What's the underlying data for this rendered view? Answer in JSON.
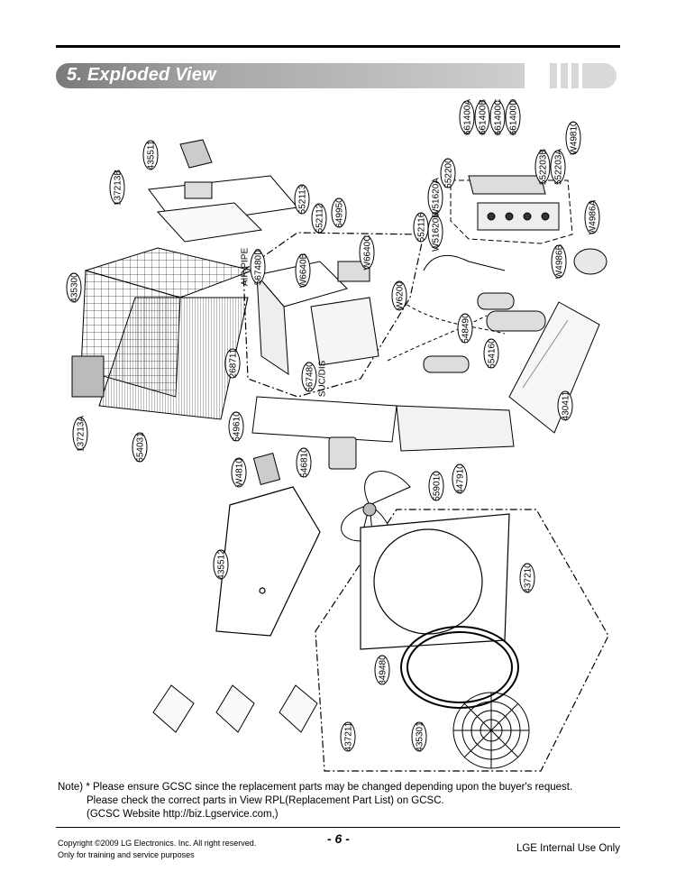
{
  "section": {
    "title": "5. Exploded View"
  },
  "parts": {
    "p661400A": "661400A",
    "p661400B": "661400B",
    "p661400C": "661400C",
    "p661400D": "661400D",
    "pW49810": "W49810",
    "p552203B": "552203B",
    "p552203A": "552203A",
    "p552200": "552200",
    "pW51620A": "W51620A",
    "pW51620B": "W51620B",
    "p552116": "552116",
    "pW4986A": "W4986A",
    "pW4986B": "W4986B",
    "p435511": "435511",
    "p137213B": "137213B",
    "p552113": "552113",
    "p552112": "552112",
    "p649950": "649950",
    "pW6640C": "W6640C",
    "pW6640B": "W6640B",
    "pAirPipe": "AIR PIPE",
    "p567480D": "567480D",
    "pW6200": "W6200",
    "p548490": "548490",
    "p554160": "554160",
    "p435300": "435300",
    "p268711": "268711",
    "p567480": "567480",
    "pSucDis": "SUC/DIS",
    "p430411": "430411",
    "p137213A": "137213A",
    "p554031": "554031",
    "p549610": "549610",
    "pW4810": "W4810",
    "p546810": "546810",
    "p559010": "559010",
    "p447910": "447910",
    "p435512": "435512",
    "p437210": "437210",
    "p349480": "349480",
    "p437211": "437211",
    "p435301": "435301"
  },
  "note": {
    "line1": "Note) * Please ensure GCSC since the replacement parts may be changed depending upon the buyer's request.",
    "line2": "Please check  the correct parts in View RPL(Replacement Part List) on GCSC.",
    "line3": "(GCSC Website  http://biz.Lgservice.com,)"
  },
  "footer": {
    "copyright_line1": "Copyright ©2009 LG Electronics. Inc. All right reserved.",
    "copyright_line2": "Only for training and service purposes",
    "page_number": "- 6 -",
    "internal": "LGE Internal Use Only"
  }
}
